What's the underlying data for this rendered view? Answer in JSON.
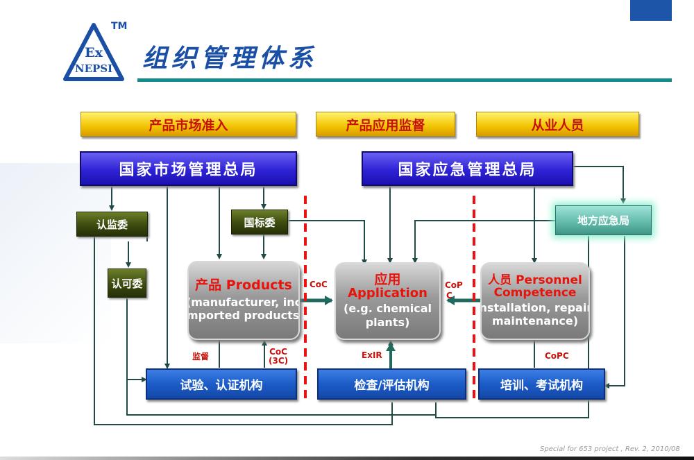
{
  "header": {
    "title": "组织管理体系",
    "tm": "TM",
    "logo": {
      "line1": "Ex",
      "line2": "NEPSI"
    }
  },
  "categories": {
    "market": "产品市场准入",
    "application": "产品应用监督",
    "personnel": "从业人员"
  },
  "authorities": {
    "samr": "国家市场管理总局",
    "mem": "国家应急管理总局",
    "cnca": "认监委",
    "sac": "国标委",
    "cnac": "认可委",
    "local": "地方应急局"
  },
  "nodes": {
    "products": {
      "title": "产品 Products",
      "line1": "(manufacturer, inc",
      "line2": "imported products)"
    },
    "application": {
      "title_cn": "应用",
      "title_en": "Application",
      "line1": "(e.g. chemical",
      "line2": "plants)"
    },
    "personnel": {
      "title_cn": "人员",
      "title_en": "Personnel",
      "title2": "Competence",
      "line1": "installation, repair,",
      "line2": "maintenance)"
    }
  },
  "institutions": {
    "testing": "试验、认证机构",
    "inspection": "检查/评估机构",
    "training": "培训、考试机构"
  },
  "labels": {
    "coc_left": "CoC",
    "cop": "CoP",
    "cop2": "C",
    "supervise": "监督",
    "coc_3c_1": "CoC",
    "coc_3c_2": "(3C)",
    "exir": "ExIR",
    "copc": "CoPC"
  },
  "footer": "Special for 653 project ,   Rev. 2, 2010/08",
  "colors": {
    "title": "#1a4fa5",
    "rule": "#138b8b",
    "category_text": "#c8100b",
    "divider": "#ee1111",
    "connector": "#1f4a46"
  }
}
